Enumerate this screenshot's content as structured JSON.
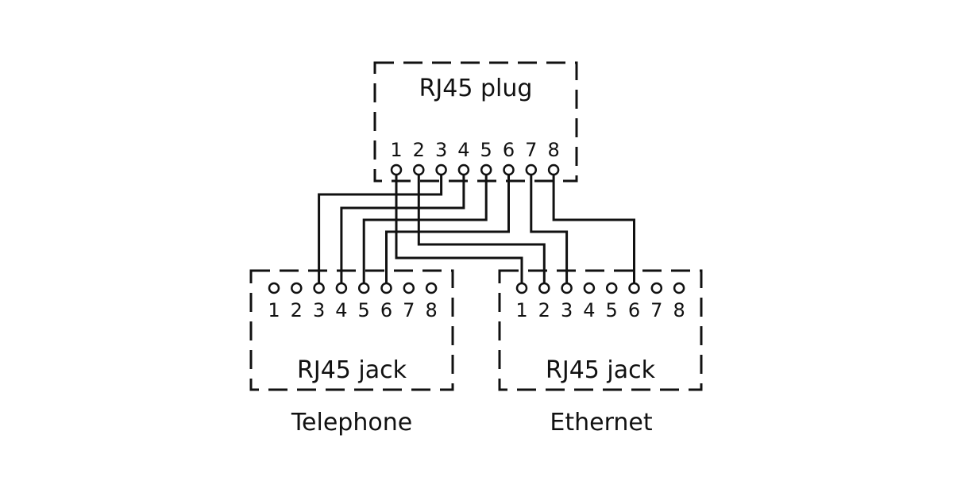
{
  "plug": {
    "label": "RJ45 plug",
    "pins": [
      "1",
      "2",
      "3",
      "4",
      "5",
      "6",
      "7",
      "8"
    ]
  },
  "telephone_jack": {
    "label": "RJ45 jack",
    "caption": "Telephone",
    "pins": [
      "1",
      "2",
      "3",
      "4",
      "5",
      "6",
      "7",
      "8"
    ]
  },
  "ethernet_jack": {
    "label": "RJ45 jack",
    "caption": "Ethernet",
    "pins": [
      "1",
      "2",
      "3",
      "4",
      "5",
      "6",
      "7",
      "8"
    ]
  },
  "wiring": [
    {
      "plug_pin": 1,
      "target": "ethernet",
      "target_pin": 1
    },
    {
      "plug_pin": 2,
      "target": "ethernet",
      "target_pin": 2
    },
    {
      "plug_pin": 3,
      "target": "telephone",
      "target_pin": 3
    },
    {
      "plug_pin": 4,
      "target": "telephone",
      "target_pin": 4
    },
    {
      "plug_pin": 5,
      "target": "telephone",
      "target_pin": 5
    },
    {
      "plug_pin": 6,
      "target": "telephone",
      "target_pin": 6
    },
    {
      "plug_pin": 7,
      "target": "ethernet",
      "target_pin": 3
    },
    {
      "plug_pin": 8,
      "target": "ethernet",
      "target_pin": 6
    }
  ]
}
